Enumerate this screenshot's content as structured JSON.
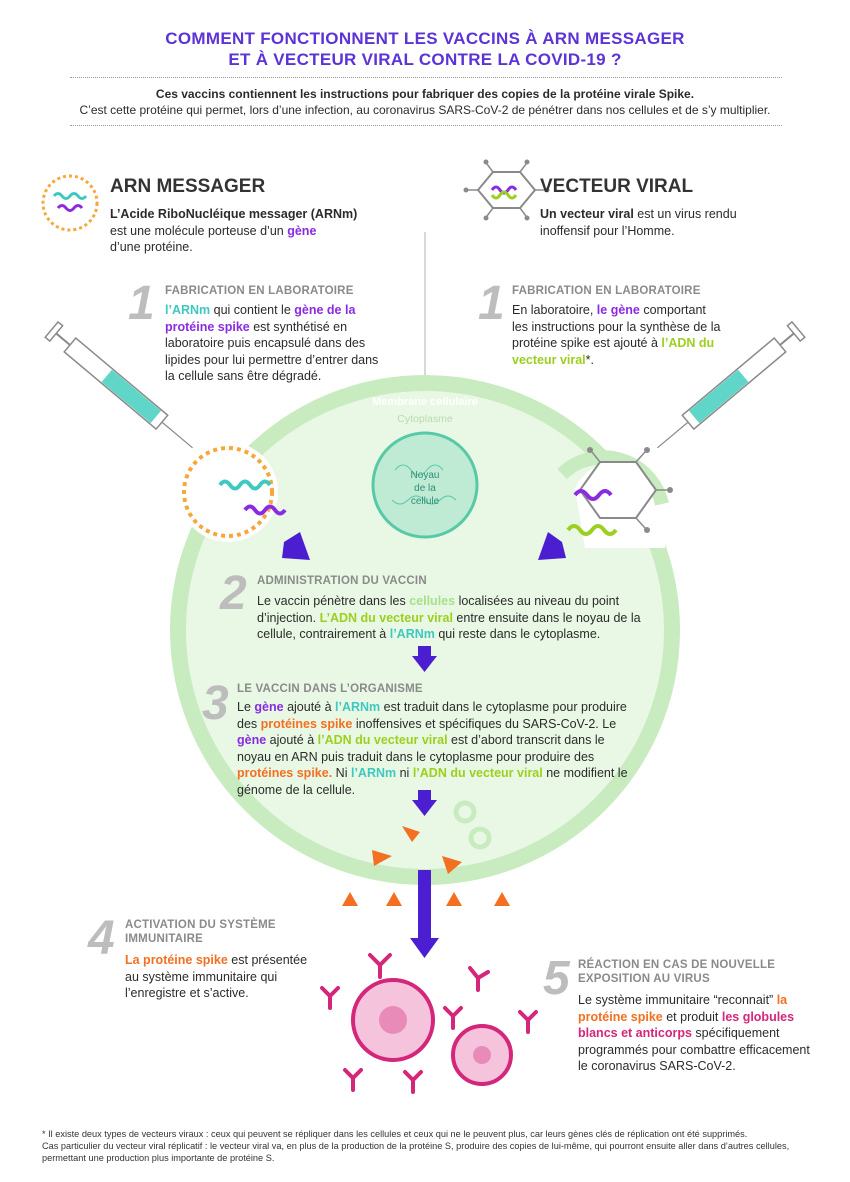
{
  "header": {
    "title_line1": "COMMENT FONCTIONNENT LES VACCINS À ARN MESSAGER",
    "title_line2": "ET À VECTEUR VIRAL CONTRE LA COVID-19 ?",
    "intro_bold": "Ces vaccins contiennent les instructions pour fabriquer des copies de la protéine virale Spike.",
    "intro_text": "C’est cette protéine qui permet, lors d’une infection, au coronavirus SARS-CoV-2 de pénétrer dans nos cellules et de s’y multiplier."
  },
  "arn": {
    "heading": "ARN MESSAGER",
    "def_bold": "L’Acide RiboNucléique messager (ARNm)",
    "def_rest": "est une molécule porteuse d’un",
    "def_gene": "gène",
    "def_end": "d’une protéine.",
    "step1_num": "1",
    "step1_title": "FABRICATION EN LABORATOIRE",
    "step1_arnm": "l’ARNm",
    "step1_t1": "qui contient le",
    "step1_gene": "gène de la protéine spike",
    "step1_t2": "est synthétisé en laboratoire puis encapsulé dans des lipides pour lui permettre d’entrer dans la cellule sans être dégradé."
  },
  "vv": {
    "heading": "VECTEUR VIRAL",
    "def_bold": "Un vecteur viral",
    "def_rest": "est un virus rendu inoffensif pour l’Homme.",
    "step1_num": "1",
    "step1_title": "FABRICATION EN LABORATOIRE",
    "step1_t1": "En laboratoire,",
    "step1_gene": "le gène",
    "step1_t2": "comportant les instructions pour la synthèse de la protéine spike est ajouté à",
    "step1_adn": "l’ADN du vecteur viral",
    "step1_t3": "*."
  },
  "cell": {
    "membrane_label": "Membrane cellulaire",
    "cytoplasm_label": "Cytoplasme",
    "nucleus_line1": "Noyau",
    "nucleus_line2": "de la",
    "nucleus_line3": "cellule"
  },
  "step2": {
    "num": "2",
    "title": "ADMINISTRATION DU VACCIN",
    "t1": "Le vaccin pénètre dans les",
    "cellules": "cellules",
    "t2": "localisées au niveau du point d’injection.",
    "adn": "L’ADN du vecteur viral",
    "t3": "entre ensuite dans le noyau de la cellule, contrairement à",
    "arnm": "l’ARNm",
    "t4": "qui reste dans le cytoplasme."
  },
  "step3": {
    "num": "3",
    "title": "LE VACCIN DANS L’ORGANISME",
    "t1": "Le",
    "gene1": "gène",
    "t2": "ajouté à",
    "arnm1": "l’ARNm",
    "t3": "est traduit dans le cytoplasme pour produire des",
    "spike1": "protéines spike",
    "t4": "inoffensives et spécifiques du SARS-CoV-2. Le",
    "gene2": "gène",
    "t5": "ajouté à",
    "adn1": "l’ADN du vecteur viral",
    "t6": "est d’abord transcrit dans le noyau en ARN puis traduit dans le cytoplasme pour produire des",
    "spike2": "protéines spike.",
    "t7": "Ni",
    "arnm2": "l’ARNm",
    "t8": "ni",
    "adn2": "l’ADN du vecteur viral",
    "t9": "ne modifient le génome de la cellule."
  },
  "step4": {
    "num": "4",
    "title_line1": "ACTIVATION DU SYSTÈME",
    "title_line2": "IMMUNITAIRE",
    "spike": "La protéine spike",
    "t1": "est présentée au système immunitaire qui l’enregistre et s’active."
  },
  "step5": {
    "num": "5",
    "title_line1": "RÉACTION EN CAS DE NOUVELLE",
    "title_line2": "EXPOSITION AU VIRUS",
    "t1": "Le système immunitaire “reconnait”",
    "spike": "la protéine spike",
    "t2": "et produit",
    "globules": "les globules blancs et anticorps",
    "t3": "spécifiquement programmés pour combattre efficacement le coronavirus SARS-CoV-2."
  },
  "footnote": {
    "line1": "* Il existe deux types de vecteurs viraux : ceux qui peuvent se répliquer dans les cellules et ceux qui ne le peuvent plus, car leurs gènes clés de réplication ont été supprimés.",
    "line2": "Cas particulier du vecteur viral réplicatif : le vecteur viral va, en plus de la production de la protéine S, produire des copies de lui-même, qui pourront ensuite aller dans d’autres cellules, permettant une production plus importante de protéine S."
  },
  "colors": {
    "title": "#5b33d6",
    "membrane": "#c8ecc0",
    "cytoplasm": "#e9f8e4",
    "purple_arrow": "#4b1fd1",
    "orange_spike": "#f36f21",
    "magenta": "#d4267a"
  }
}
